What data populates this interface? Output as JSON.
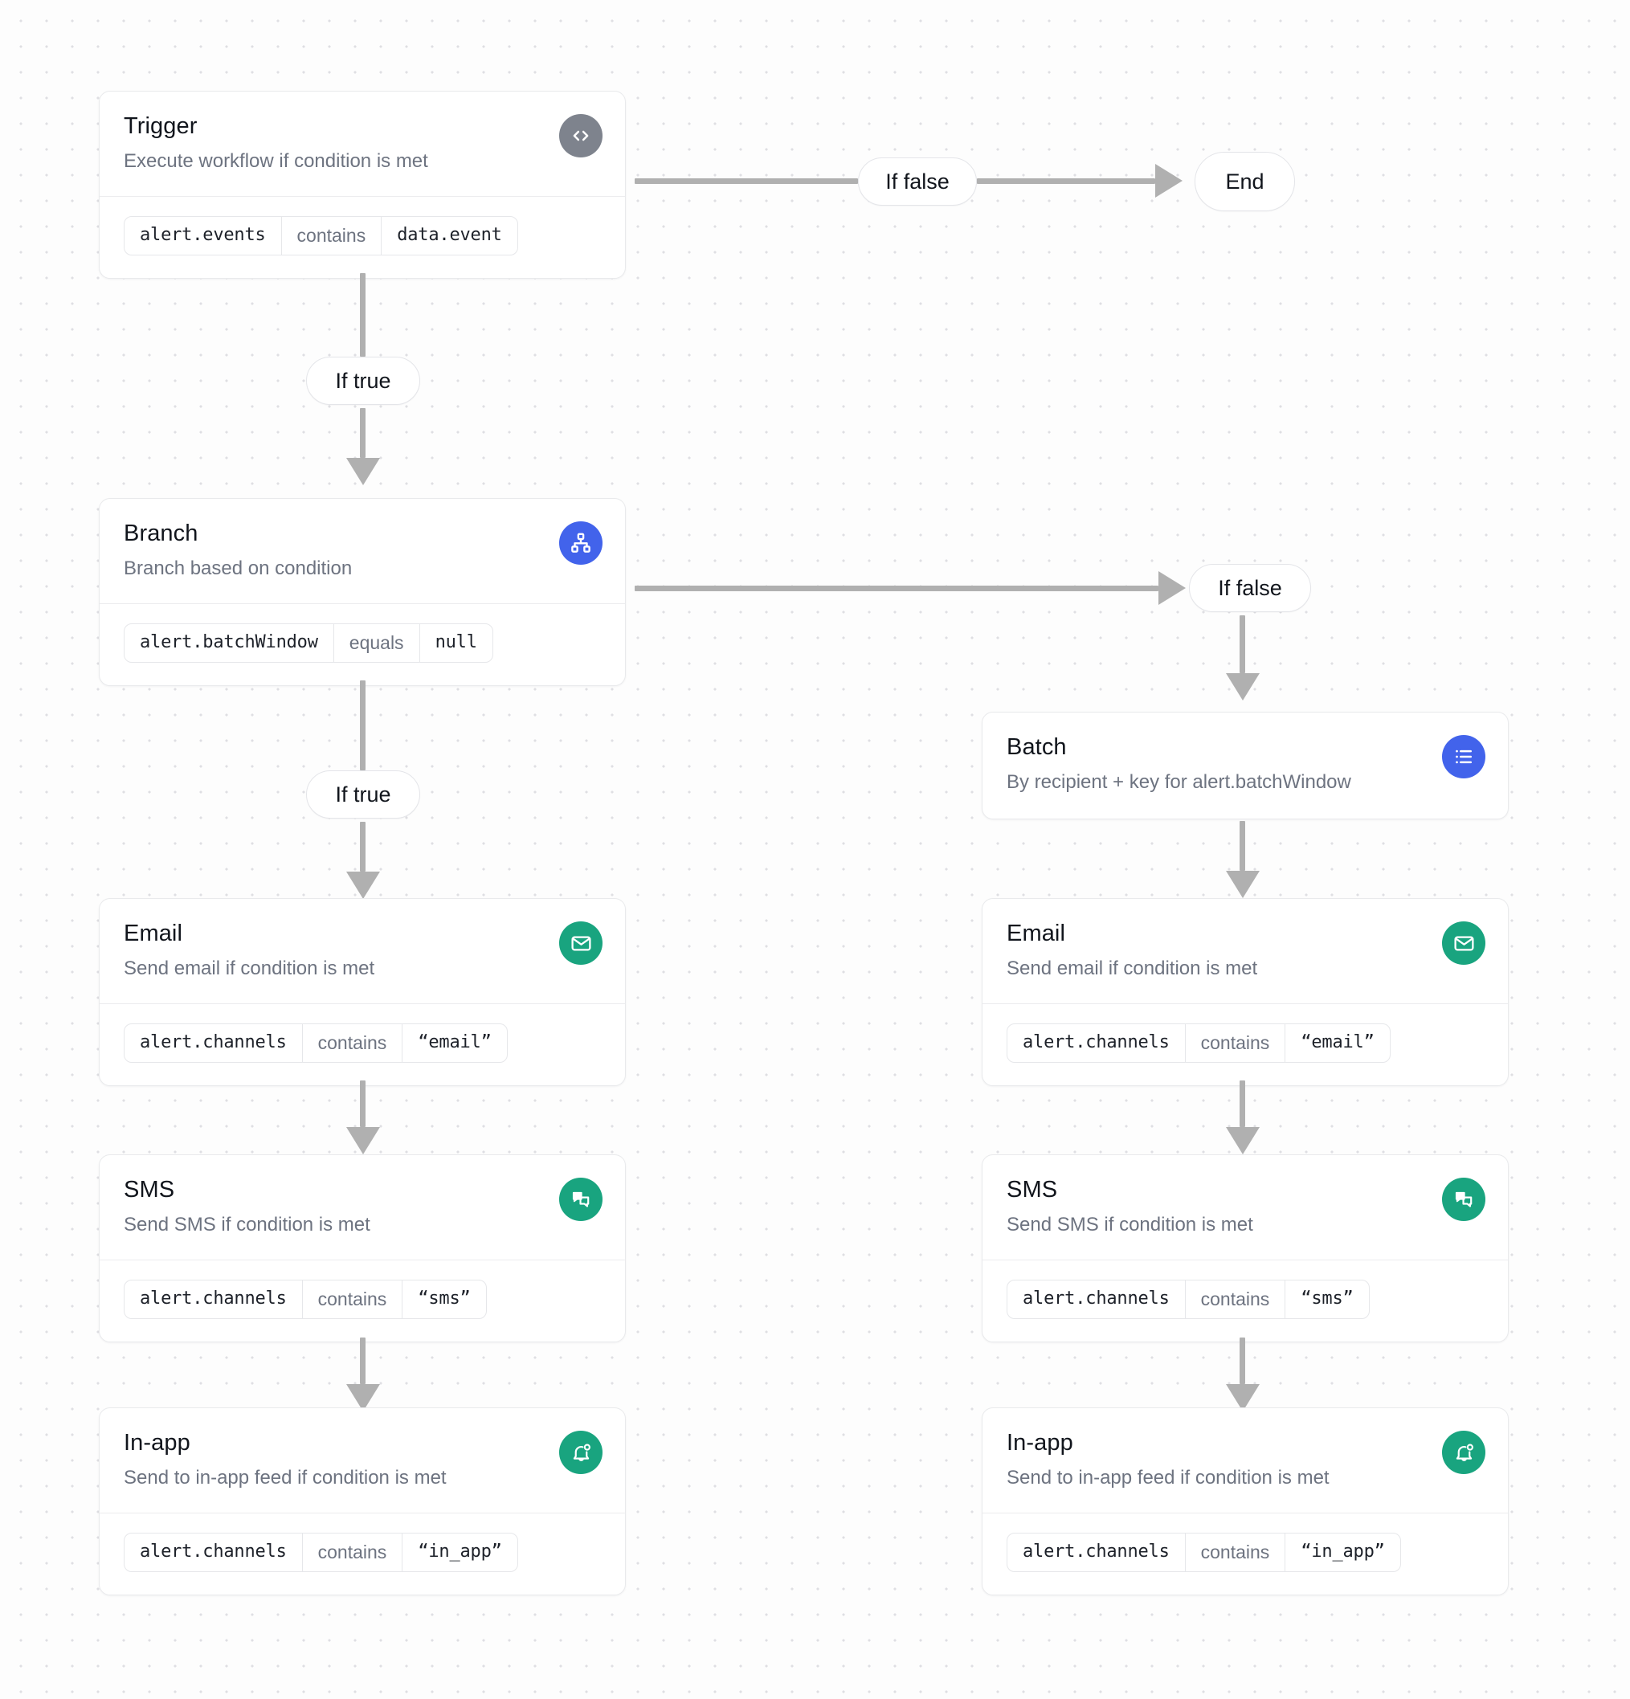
{
  "canvas": {
    "background_color": "#fdfdfd",
    "dot_color": "#dfdfe3",
    "connector_color": "#b0b0b0"
  },
  "colors": {
    "trigger_badge": "#7e838d",
    "branch_badge": "#4263eb",
    "batch_badge": "#4263eb",
    "channel_badge": "#19a47f",
    "card_border": "#e9eaec",
    "title_text": "#11151c",
    "subtitle_text": "#6d7380"
  },
  "nodes": {
    "trigger": {
      "title": "Trigger",
      "subtitle": "Execute workflow if condition is met",
      "icon": "code-icon",
      "condition": {
        "field": "alert.events",
        "operator": "contains",
        "value": "data.event"
      }
    },
    "branch": {
      "title": "Branch",
      "subtitle": "Branch based on condition",
      "icon": "sitemap-icon",
      "condition": {
        "field": "alert.batchWindow",
        "operator": "equals",
        "value": "null"
      }
    },
    "batch": {
      "title": "Batch",
      "subtitle": "By recipient + key for alert.batchWindow",
      "icon": "list-icon"
    },
    "email_left": {
      "title": "Email",
      "subtitle": "Send email if condition is met",
      "icon": "envelope-icon",
      "condition": {
        "field": "alert.channels",
        "operator": "contains",
        "value": "“email”"
      }
    },
    "sms_left": {
      "title": "SMS",
      "subtitle": "Send SMS if condition is met",
      "icon": "chat-bubbles-icon",
      "condition": {
        "field": "alert.channels",
        "operator": "contains",
        "value": "“sms”"
      }
    },
    "inapp_left": {
      "title": "In-app",
      "subtitle": "Send to in-app feed if condition is met",
      "icon": "bell-badge-icon",
      "condition": {
        "field": "alert.channels",
        "operator": "contains",
        "value": "“in_app”"
      }
    },
    "email_right": {
      "title": "Email",
      "subtitle": "Send email if condition is met",
      "icon": "envelope-icon",
      "condition": {
        "field": "alert.channels",
        "operator": "contains",
        "value": "“email”"
      }
    },
    "sms_right": {
      "title": "SMS",
      "subtitle": "Send SMS if condition is met",
      "icon": "chat-bubbles-icon",
      "condition": {
        "field": "alert.channels",
        "operator": "contains",
        "value": "“sms”"
      }
    },
    "inapp_right": {
      "title": "In-app",
      "subtitle": "Send to in-app feed if condition is met",
      "icon": "bell-badge-icon",
      "condition": {
        "field": "alert.channels",
        "operator": "contains",
        "value": "“in_app”"
      }
    }
  },
  "labels": {
    "trigger_false": "If false",
    "trigger_true": "If true",
    "branch_false": "If false",
    "branch_true": "If true",
    "end": "End"
  }
}
